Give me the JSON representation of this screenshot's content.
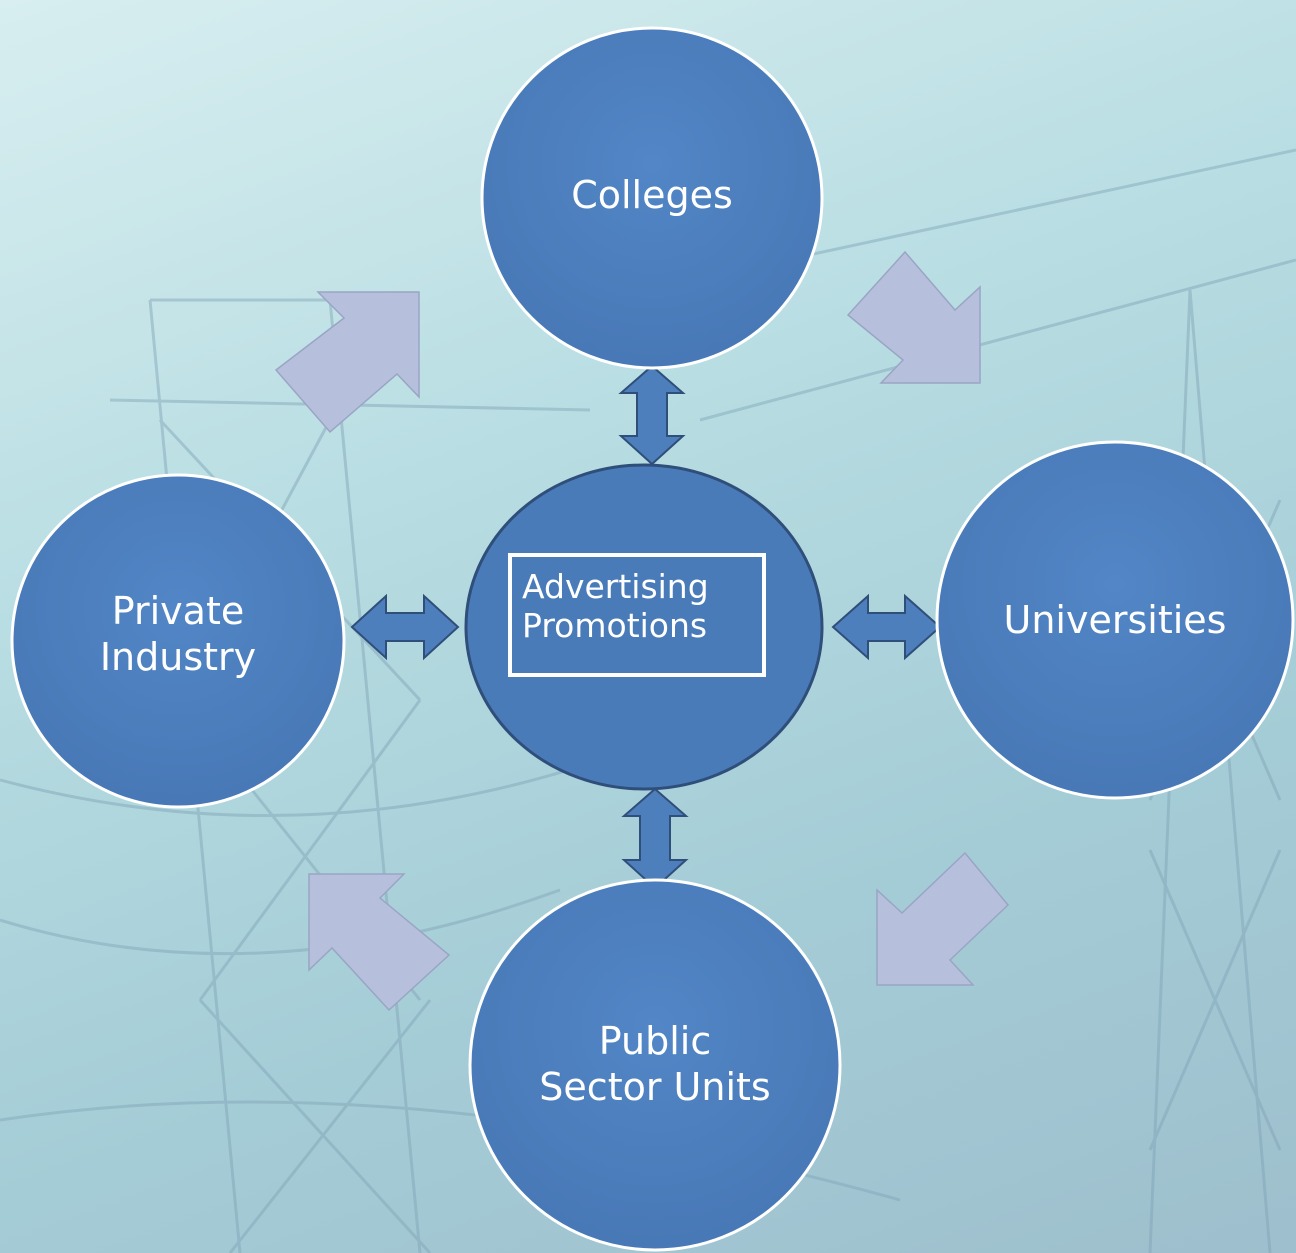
{
  "diagram": {
    "center": {
      "label": "Advertising\nPromotions"
    },
    "nodes": {
      "top": {
        "label": "Colleges"
      },
      "right": {
        "label": "Universities"
      },
      "bottom": {
        "label": "Public\nSector Units"
      },
      "left": {
        "label": "Private\nIndustry"
      }
    }
  },
  "colors": {
    "circle_fill": "#4e7fbd",
    "circle_stroke": "#ffffff",
    "center_stroke": "#2f4f7a",
    "flow_arrow": "#b6c0dc",
    "connector_arrow": "#4e7fbd"
  }
}
